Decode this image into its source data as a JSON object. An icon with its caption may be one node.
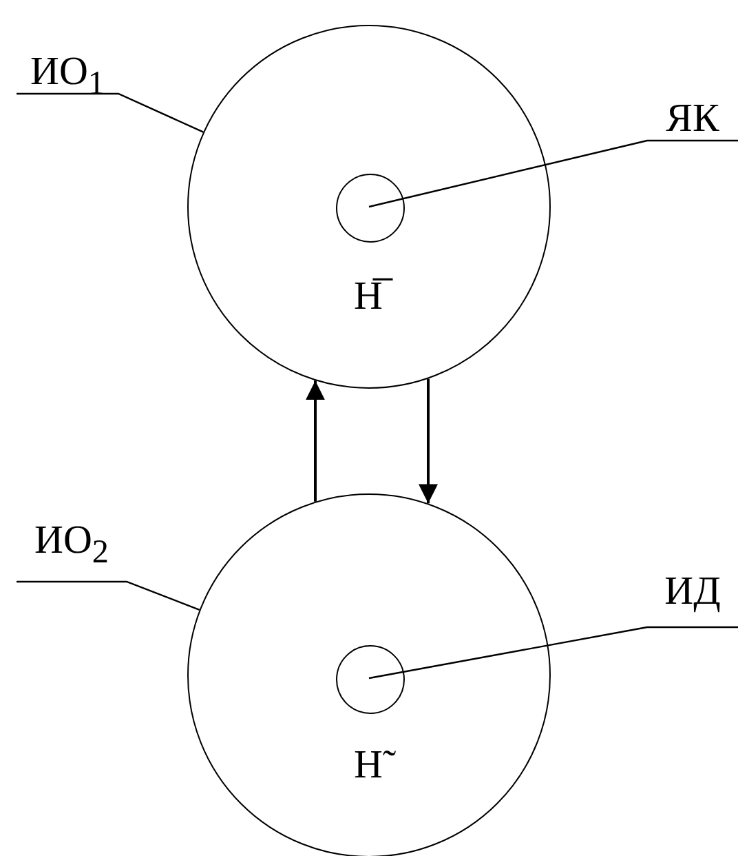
{
  "diagram": {
    "nodes": [
      {
        "text": [
          "Н̅"
        ]
      },
      {
        "text": [],
        "shape": "circle",
        "in": 0
      },
      {
        "text": [
          "ИО$_{1}$"
        ]
      },
      {
        "text": [
          "ЯК"
        ]
      },
      {
        "text": [
          "Н̃"
        ]
      },
      {
        "text": [],
        "shape": "circle",
        "in": 4
      },
      {
        "text": [
          "ИО$_{2}$"
        ]
      },
      {
        "text": [
          "ИД"
        ]
      }
    ],
    "edges": [
      {
        "from": 2,
        "to": 0,
        "arrow": "none"
      },
      {
        "from": 3,
        "to": 1,
        "arrow": "none"
      },
      {
        "from": 4,
        "to": 0,
        "arrow": "to"
      },
      {
        "from": 0,
        "to": 4,
        "arrow": "to"
      },
      {
        "from": 6,
        "to": 4,
        "arrow": "none"
      },
      {
        "from": 7,
        "to": 5,
        "arrow": "none"
      }
    ]
  }
}
